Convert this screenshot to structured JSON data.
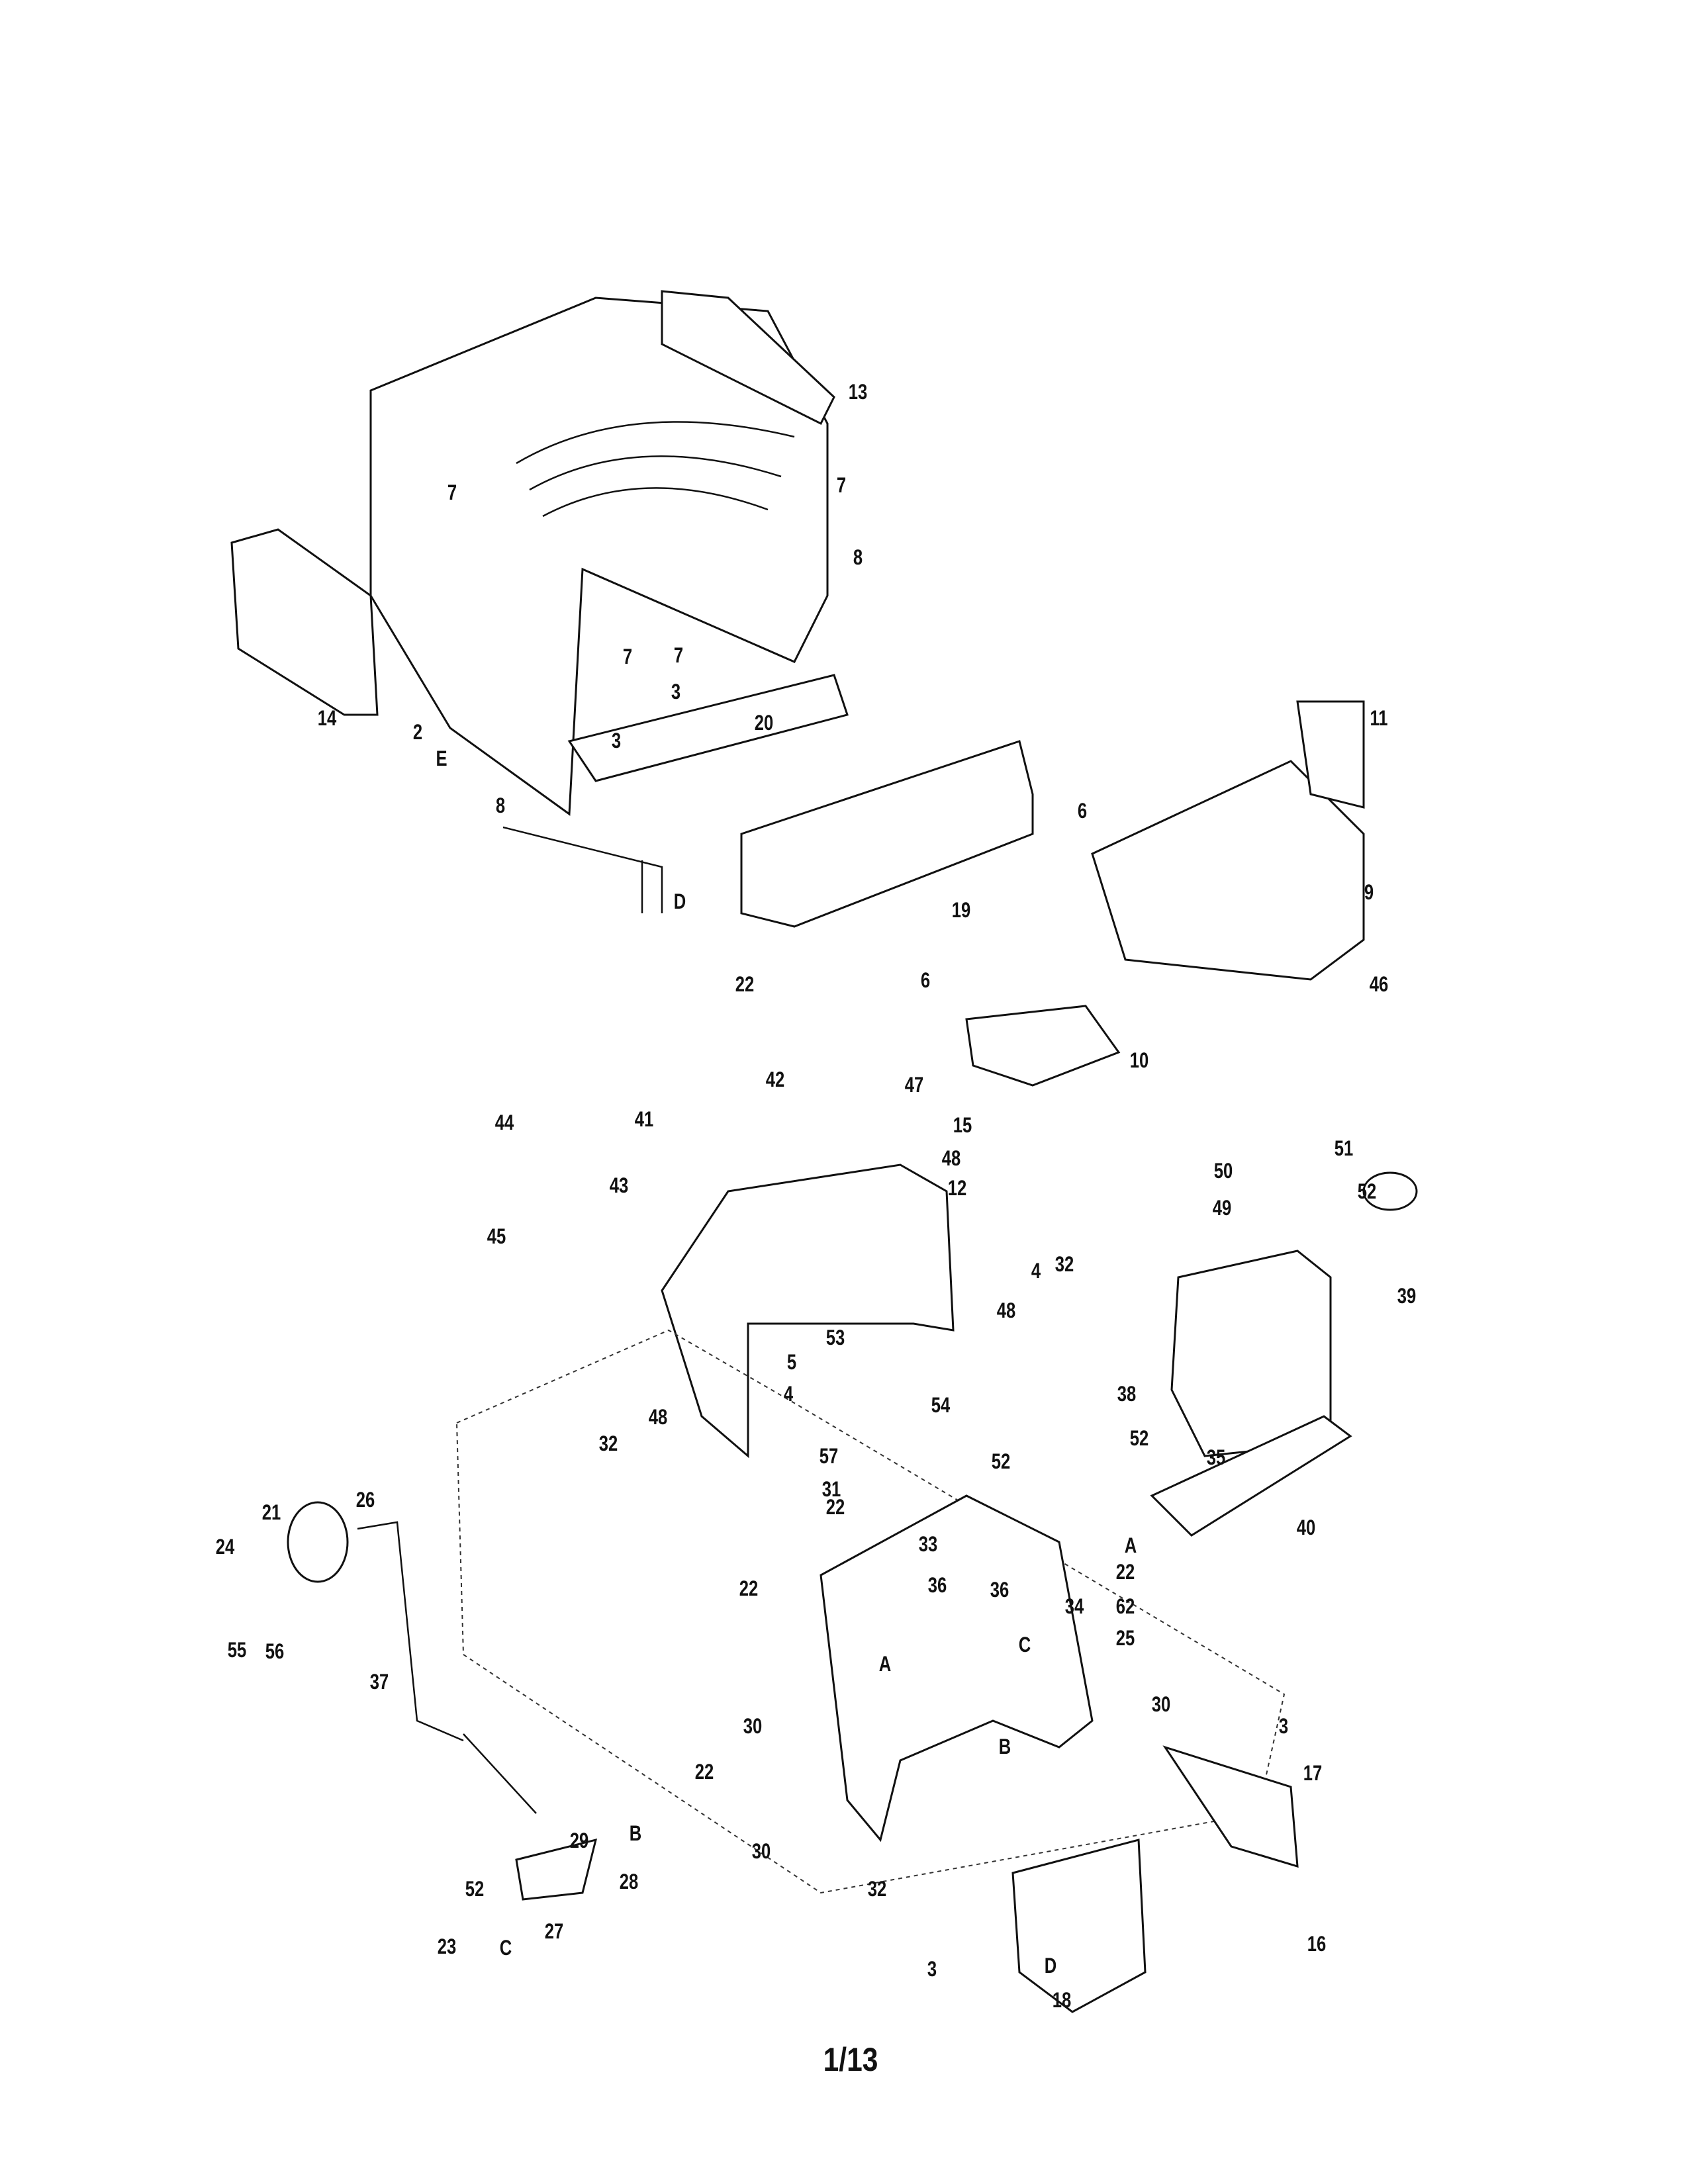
{
  "diagram": {
    "title": "Hood, Grille, Dash and Frame Parts Diagram",
    "page_number": "1/13",
    "callouts": [
      "13",
      "7",
      "7",
      "8",
      "7",
      "7",
      "3",
      "3",
      "20",
      "14",
      "2",
      "E",
      "8",
      "6",
      "D",
      "19",
      "6",
      "11",
      "9",
      "46",
      "10",
      "22",
      "42",
      "47",
      "15",
      "44",
      "41",
      "48",
      "12",
      "51",
      "50",
      "52",
      "49",
      "43",
      "39",
      "45",
      "32",
      "4",
      "48",
      "53",
      "38",
      "5",
      "4",
      "54",
      "48",
      "32",
      "52",
      "35",
      "57",
      "31",
      "52",
      "21",
      "26",
      "22",
      "33",
      "40",
      "A",
      "24",
      "22",
      "36",
      "22",
      "36",
      "34",
      "62",
      "55",
      "56",
      "25",
      "C",
      "30",
      "A",
      "37",
      "30",
      "22",
      "B",
      "3",
      "17",
      "B",
      "29",
      "30",
      "52",
      "28",
      "32",
      "27",
      "23",
      "C",
      "3",
      "16",
      "D",
      "18"
    ]
  }
}
